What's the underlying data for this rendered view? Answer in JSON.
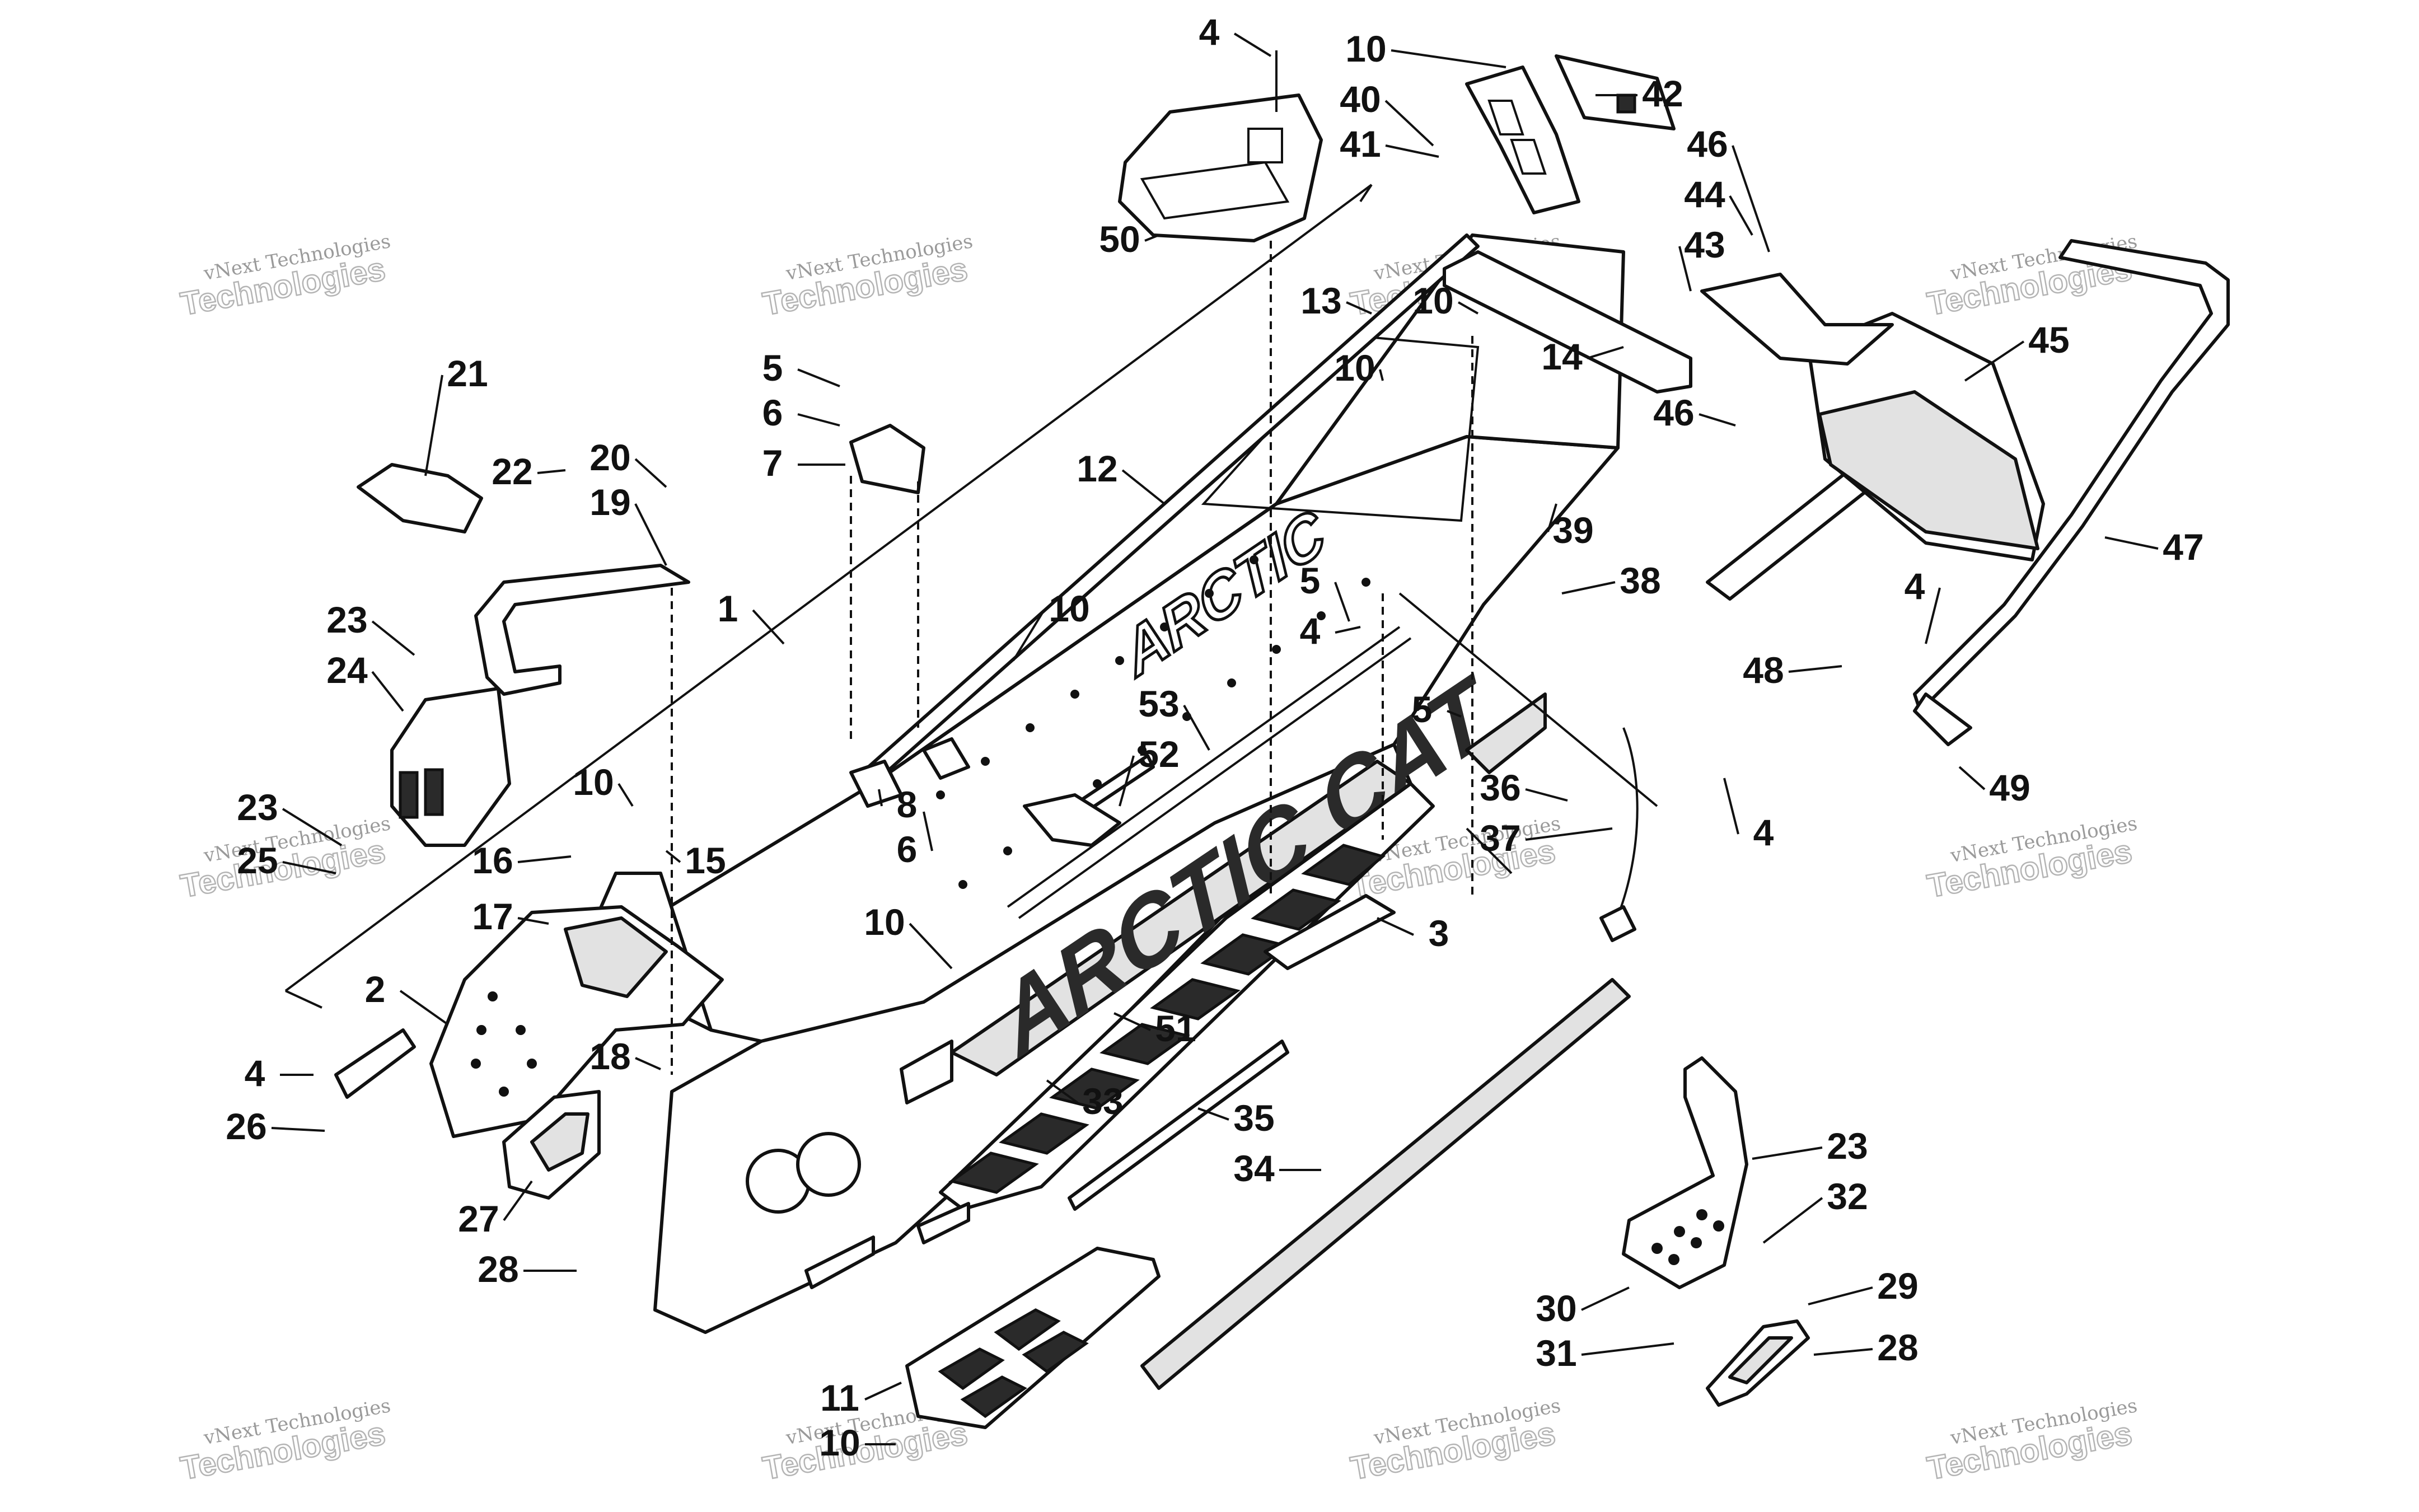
{
  "watermark": {
    "line1": "vNext Technologies",
    "line2": "Technologies"
  },
  "brand_marks": {
    "tunnel_text": "ARCTIC CAT",
    "side_text": "ARCTIC"
  },
  "callouts": [
    "1",
    "2",
    "3",
    "4",
    "4",
    "4",
    "4",
    "4",
    "5",
    "5",
    "5",
    "6",
    "6",
    "7",
    "8",
    "10",
    "10",
    "10",
    "10",
    "10",
    "10",
    "10",
    "11",
    "12",
    "13",
    "14",
    "15",
    "16",
    "17",
    "18",
    "19",
    "20",
    "21",
    "22",
    "23",
    "23",
    "23",
    "24",
    "25",
    "26",
    "27",
    "28",
    "28",
    "29",
    "30",
    "31",
    "32",
    "33",
    "34",
    "35",
    "36",
    "37",
    "38",
    "39",
    "40",
    "41",
    "42",
    "43",
    "44",
    "45",
    "46",
    "46",
    "47",
    "48",
    "49",
    "50",
    "51",
    "52",
    "53"
  ]
}
